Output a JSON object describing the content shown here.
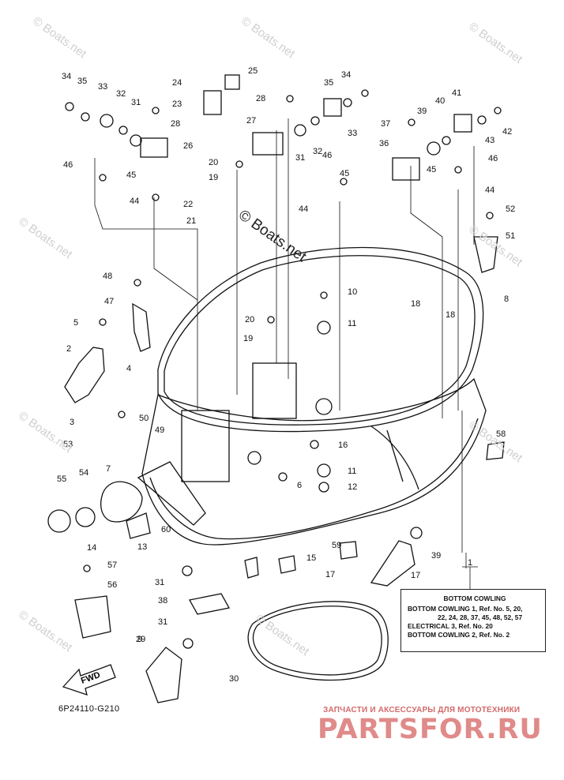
{
  "watermark": "© Boats.net",
  "watermark_main": "© Boats.net",
  "diagram_code": "6P24110-G210",
  "fwd_label": "FWD",
  "legend": {
    "title": "BOTTOM COWLING",
    "lines": [
      "BOTTOM COWLING 1,  Ref. No. 5, 20,",
      "22, 24, 28, 37, 45, 48, 52, 57",
      "ELECTRICAL 3,  Ref. No. 20",
      "BOTTOM COWLING 2,  Ref. No. 2"
    ]
  },
  "brand": {
    "subtitle": "ЗАПЧАСТИ И АКСЕССУАРЫ ДЛЯ МОТОТЕХНИКИ",
    "name": "PARTSFOR.RU"
  },
  "callouts": [
    "34",
    "35",
    "33",
    "32",
    "31",
    "28",
    "26",
    "24",
    "25",
    "23",
    "27",
    "28",
    "35",
    "34",
    "33",
    "32",
    "31",
    "37",
    "39",
    "40",
    "41",
    "42",
    "43",
    "36",
    "46",
    "45",
    "44",
    "46",
    "45",
    "44",
    "20",
    "19",
    "22",
    "21",
    "46",
    "45",
    "44",
    "52",
    "51",
    "48",
    "47",
    "10",
    "18",
    "8",
    "5",
    "20",
    "11",
    "19",
    "2",
    "4",
    "18",
    "3",
    "50",
    "49",
    "53",
    "16",
    "7",
    "55",
    "54",
    "6",
    "11",
    "12",
    "58",
    "14",
    "13",
    "60",
    "57",
    "56",
    "17",
    "15",
    "59",
    "39",
    "31",
    "17",
    "38",
    "29",
    "1",
    "31",
    "30",
    "9"
  ]
}
